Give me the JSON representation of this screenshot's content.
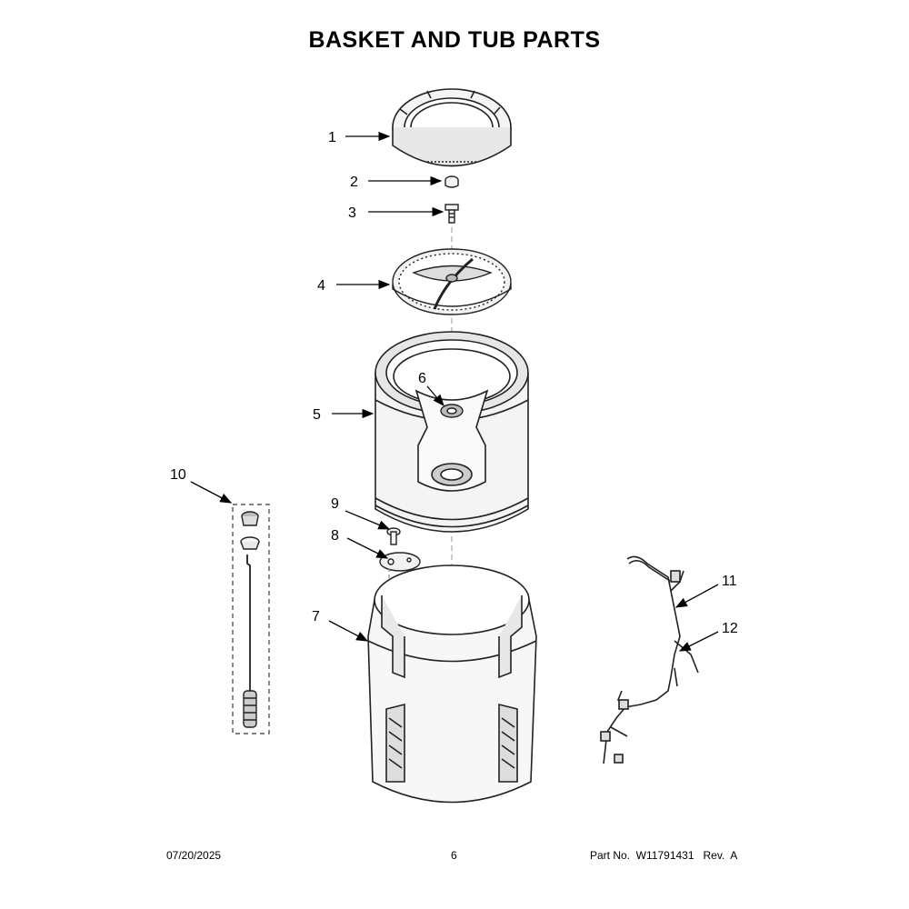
{
  "title": "BASKET AND TUB PARTS",
  "footer": {
    "date": "07/20/2025",
    "page": "6",
    "part_number": "Part No.  W11791431   Rev.  A"
  },
  "callouts": [
    {
      "number": "1",
      "part": "balance-ring"
    },
    {
      "number": "2",
      "part": "cap"
    },
    {
      "number": "3",
      "part": "bolt"
    },
    {
      "number": "4",
      "part": "impeller"
    },
    {
      "number": "5",
      "part": "wash-basket"
    },
    {
      "number": "6",
      "part": "hub-seal"
    },
    {
      "number": "7",
      "part": "outer-tub"
    },
    {
      "number": "8",
      "part": "tub-cover-plate"
    },
    {
      "number": "9",
      "part": "screw"
    },
    {
      "number": "10",
      "part": "suspension-rod-kit"
    },
    {
      "number": "11",
      "part": "wire-harness-upper"
    },
    {
      "number": "12",
      "part": "wire-harness-lower"
    }
  ]
}
